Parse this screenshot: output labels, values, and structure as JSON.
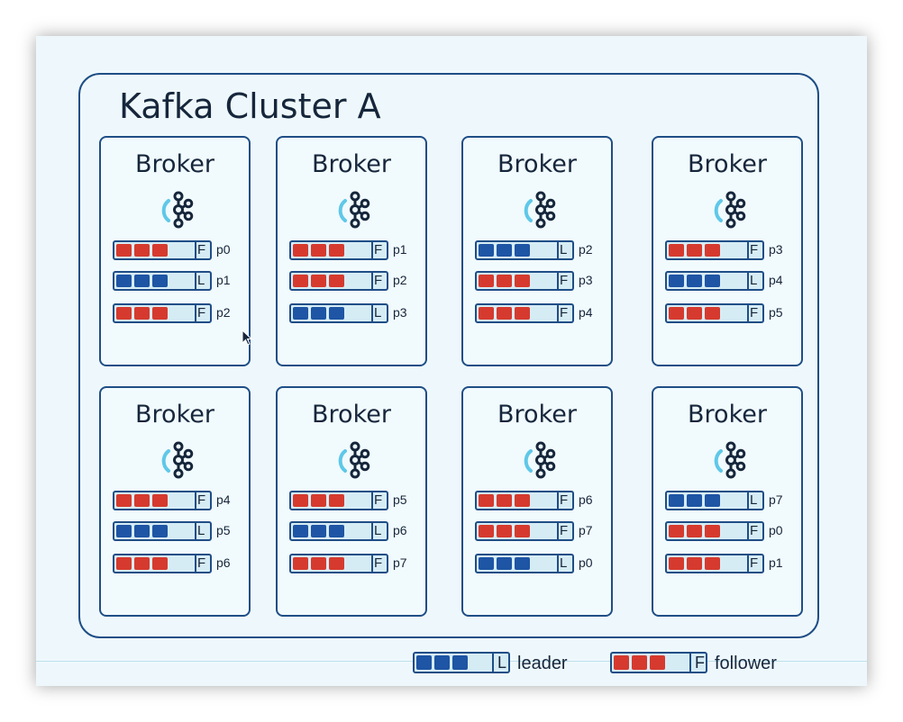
{
  "cluster": {
    "title": "Kafka Cluster A"
  },
  "brokers": [
    {
      "label": "Broker",
      "replicas": [
        {
          "role": "F",
          "partition": "p0"
        },
        {
          "role": "L",
          "partition": "p1"
        },
        {
          "role": "F",
          "partition": "p2"
        }
      ]
    },
    {
      "label": "Broker",
      "replicas": [
        {
          "role": "F",
          "partition": "p1"
        },
        {
          "role": "F",
          "partition": "p2"
        },
        {
          "role": "L",
          "partition": "p3"
        }
      ]
    },
    {
      "label": "Broker",
      "replicas": [
        {
          "role": "L",
          "partition": "p2"
        },
        {
          "role": "F",
          "partition": "p3"
        },
        {
          "role": "F",
          "partition": "p4"
        }
      ]
    },
    {
      "label": "Broker",
      "replicas": [
        {
          "role": "F",
          "partition": "p3"
        },
        {
          "role": "L",
          "partition": "p4"
        },
        {
          "role": "F",
          "partition": "p5"
        }
      ]
    },
    {
      "label": "Broker",
      "replicas": [
        {
          "role": "F",
          "partition": "p4"
        },
        {
          "role": "L",
          "partition": "p5"
        },
        {
          "role": "F",
          "partition": "p6"
        }
      ]
    },
    {
      "label": "Broker",
      "replicas": [
        {
          "role": "F",
          "partition": "p5"
        },
        {
          "role": "L",
          "partition": "p6"
        },
        {
          "role": "F",
          "partition": "p7"
        }
      ]
    },
    {
      "label": "Broker",
      "replicas": [
        {
          "role": "F",
          "partition": "p6"
        },
        {
          "role": "F",
          "partition": "p7"
        },
        {
          "role": "L",
          "partition": "p0"
        }
      ]
    },
    {
      "label": "Broker",
      "replicas": [
        {
          "role": "L",
          "partition": "p7"
        },
        {
          "role": "F",
          "partition": "p0"
        },
        {
          "role": "F",
          "partition": "p1"
        }
      ]
    }
  ],
  "legend": {
    "leader": {
      "role": "L",
      "label": "leader"
    },
    "follower": {
      "role": "F",
      "label": "follower"
    }
  },
  "icons": {
    "broker": "kafka-logo-icon",
    "pointer": "mouse-cursor-icon"
  },
  "colors": {
    "leader": "#1e55a4",
    "follower": "#d63a2e",
    "border": "#1f4e86",
    "background": "#eef8fc",
    "icon_accent": "#5fc8e8"
  }
}
